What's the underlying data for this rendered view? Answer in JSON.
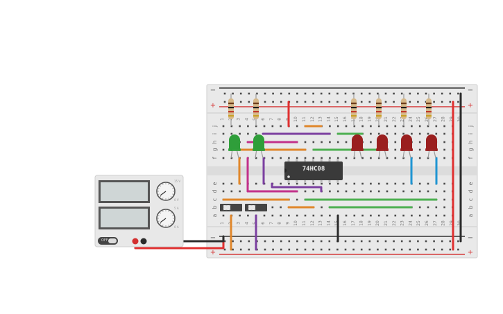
{
  "chip": {
    "label": "74HC08"
  },
  "breadboard": {
    "columns": [
      "1",
      "2",
      "3",
      "4",
      "5",
      "6",
      "7",
      "8",
      "9",
      "10",
      "11",
      "12",
      "13",
      "14",
      "15",
      "16",
      "17",
      "18",
      "19",
      "20",
      "21",
      "22",
      "23",
      "24",
      "25",
      "26",
      "27",
      "28",
      "29",
      "30"
    ],
    "rows_top": [
      "j",
      "i",
      "h",
      "g",
      "f"
    ],
    "rows_bottom": [
      "e",
      "d",
      "c",
      "b",
      "a"
    ],
    "rail_minus": "−",
    "rail_plus": "+"
  },
  "power_supply": {
    "off_label": "OFF",
    "knob_voltage": {
      "top": "15 V",
      "bottom": "0 V"
    },
    "knob_current": {
      "top": "5 A",
      "bottom": "0 A"
    }
  },
  "colors": {
    "board": "#e9e9e9",
    "rail_red": "#d63a3a",
    "rail_dark": "#333333",
    "wire_red": "#e03030",
    "wire_black": "#2b2b2b",
    "wire_purple": "#7b3fa0",
    "wire_magenta": "#c2318a",
    "wire_orange": "#e0862a",
    "wire_green": "#4caf50",
    "wire_blue": "#1f95d2",
    "led_green": "#2f9e3a",
    "led_red": "#9a1f1f",
    "chip": "#3a3a3a"
  },
  "leds": [
    {
      "color": "green",
      "column": 2
    },
    {
      "color": "green",
      "column": 5
    },
    {
      "color": "red",
      "column": 17
    },
    {
      "color": "red",
      "column": 20
    },
    {
      "color": "red",
      "column": 23
    },
    {
      "color": "red",
      "column": 26
    }
  ],
  "switches": [
    {
      "position_column": 1
    },
    {
      "position_column": 4
    }
  ]
}
